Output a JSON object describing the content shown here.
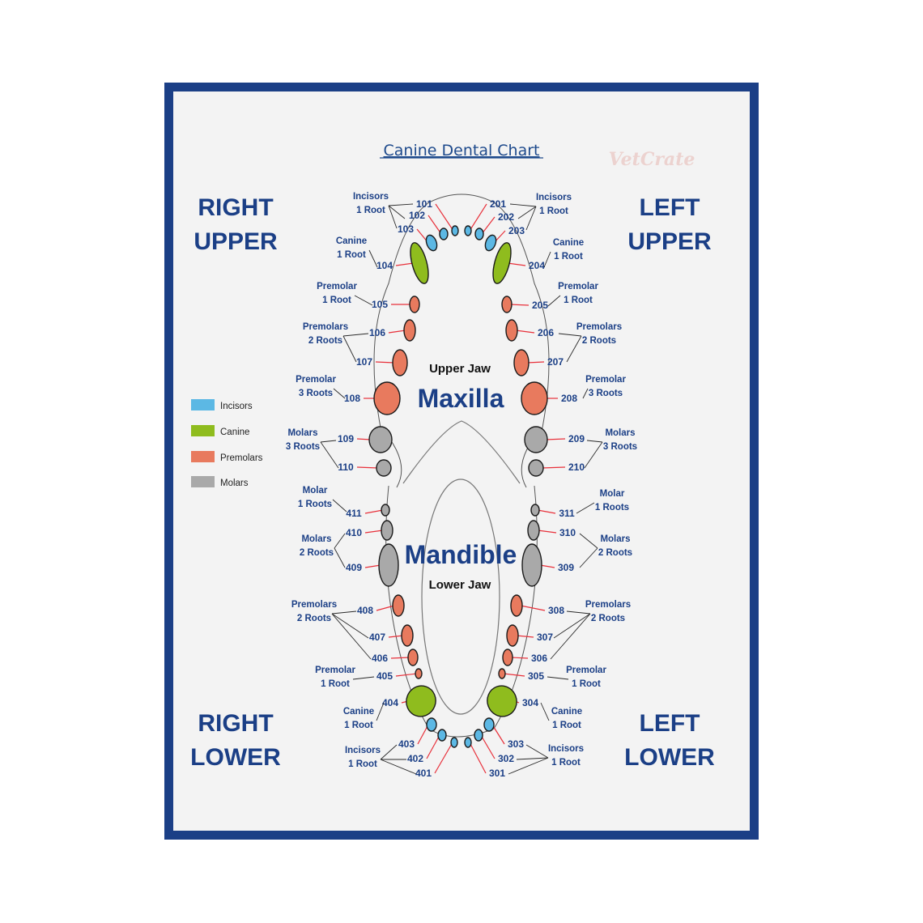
{
  "title": "Canine Dental Chart",
  "watermark": "VetCrate",
  "quadrants": {
    "right_upper": [
      "RIGHT",
      "UPPER"
    ],
    "left_upper": [
      "LEFT",
      "UPPER"
    ],
    "right_lower": [
      "RIGHT",
      "LOWER"
    ],
    "left_lower": [
      "LEFT",
      "LOWER"
    ]
  },
  "upper_jaw": {
    "label": "Upper Jaw",
    "name": "Maxilla"
  },
  "lower_jaw": {
    "label": "Lower Jaw",
    "name": "Mandible"
  },
  "colors": {
    "incisors": "#5cb8e4",
    "canine": "#8fbc1e",
    "premolars": "#e87a5e",
    "molars": "#a9a9a9",
    "frame": "#1b3f86",
    "leader": "#e8303a"
  },
  "legend": [
    {
      "label": "Incisors",
      "type": "incisors"
    },
    {
      "label": "Canine",
      "type": "canine"
    },
    {
      "label": "Premolars",
      "type": "premolars"
    },
    {
      "label": "Molars",
      "type": "molars"
    }
  ],
  "groups": [
    {
      "lines": [
        "Incisors",
        "1 Root"
      ]
    },
    {
      "lines": [
        "Canine",
        "1 Root"
      ]
    },
    {
      "lines": [
        "Premolar",
        "1 Root"
      ]
    },
    {
      "lines": [
        "Premolars",
        "2 Roots"
      ]
    },
    {
      "lines": [
        "Premolar",
        "3 Roots"
      ]
    },
    {
      "lines": [
        "Molars",
        "3 Roots"
      ]
    },
    {
      "lines": [
        "Incisors",
        "1 Root"
      ]
    },
    {
      "lines": [
        "Canine",
        "1 Root"
      ]
    },
    {
      "lines": [
        "Premolar",
        "1 Root"
      ]
    },
    {
      "lines": [
        "Premolars",
        "2 Roots"
      ]
    },
    {
      "lines": [
        "Premolar",
        "3 Roots"
      ]
    },
    {
      "lines": [
        "Molars",
        "3 Roots"
      ]
    },
    {
      "lines": [
        "Molar",
        "1 Roots"
      ]
    },
    {
      "lines": [
        "Molars",
        "2 Roots"
      ]
    },
    {
      "lines": [
        "Premolars",
        "2 Roots"
      ]
    },
    {
      "lines": [
        "Premolar",
        "1 Root"
      ]
    },
    {
      "lines": [
        "Canine",
        "1 Root"
      ]
    },
    {
      "lines": [
        "Incisors",
        "1 Root"
      ]
    },
    {
      "lines": [
        "Molar",
        "1 Roots"
      ]
    },
    {
      "lines": [
        "Molars",
        "2 Roots"
      ]
    },
    {
      "lines": [
        "Premolars",
        "2 Roots"
      ]
    },
    {
      "lines": [
        "Premolar",
        "1 Root"
      ]
    },
    {
      "lines": [
        "Canine",
        "1 Root"
      ]
    },
    {
      "lines": [
        "Incisors",
        "1 Root"
      ]
    }
  ],
  "teeth": [
    {
      "id": "101",
      "type": "incisors"
    },
    {
      "id": "102",
      "type": "incisors"
    },
    {
      "id": "103",
      "type": "incisors"
    },
    {
      "id": "104",
      "type": "canine"
    },
    {
      "id": "105",
      "type": "premolars"
    },
    {
      "id": "106",
      "type": "premolars"
    },
    {
      "id": "107",
      "type": "premolars"
    },
    {
      "id": "108",
      "type": "premolars"
    },
    {
      "id": "109",
      "type": "molars"
    },
    {
      "id": "110",
      "type": "molars"
    },
    {
      "id": "201",
      "type": "incisors"
    },
    {
      "id": "202",
      "type": "incisors"
    },
    {
      "id": "203",
      "type": "incisors"
    },
    {
      "id": "204",
      "type": "canine"
    },
    {
      "id": "205",
      "type": "premolars"
    },
    {
      "id": "206",
      "type": "premolars"
    },
    {
      "id": "207",
      "type": "premolars"
    },
    {
      "id": "208",
      "type": "premolars"
    },
    {
      "id": "209",
      "type": "molars"
    },
    {
      "id": "210",
      "type": "molars"
    },
    {
      "id": "411",
      "type": "molars"
    },
    {
      "id": "410",
      "type": "molars"
    },
    {
      "id": "409",
      "type": "molars"
    },
    {
      "id": "408",
      "type": "premolars"
    },
    {
      "id": "407",
      "type": "premolars"
    },
    {
      "id": "406",
      "type": "premolars"
    },
    {
      "id": "405",
      "type": "premolars"
    },
    {
      "id": "404",
      "type": "canine"
    },
    {
      "id": "403",
      "type": "incisors"
    },
    {
      "id": "402",
      "type": "incisors"
    },
    {
      "id": "401",
      "type": "incisors"
    },
    {
      "id": "311",
      "type": "molars"
    },
    {
      "id": "310",
      "type": "molars"
    },
    {
      "id": "309",
      "type": "molars"
    },
    {
      "id": "308",
      "type": "premolars"
    },
    {
      "id": "307",
      "type": "premolars"
    },
    {
      "id": "306",
      "type": "premolars"
    },
    {
      "id": "305",
      "type": "premolars"
    },
    {
      "id": "304",
      "type": "canine"
    },
    {
      "id": "303",
      "type": "incisors"
    },
    {
      "id": "302",
      "type": "incisors"
    },
    {
      "id": "301",
      "type": "incisors"
    }
  ]
}
